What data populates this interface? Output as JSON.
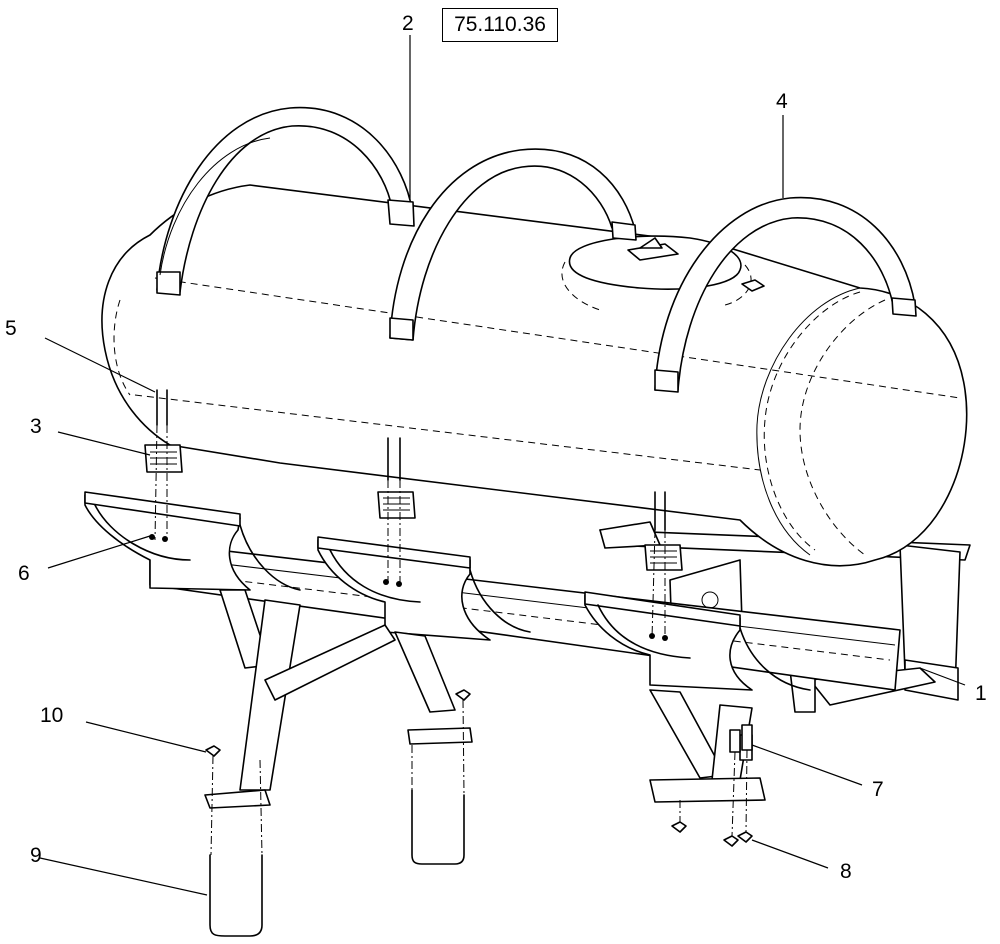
{
  "reference_code": "75.110.36",
  "callouts": [
    {
      "id": "callout-1",
      "label": "1"
    },
    {
      "id": "callout-2",
      "label": "2"
    },
    {
      "id": "callout-3",
      "label": "3"
    },
    {
      "id": "callout-4",
      "label": "4"
    },
    {
      "id": "callout-5",
      "label": "5"
    },
    {
      "id": "callout-6",
      "label": "6"
    },
    {
      "id": "callout-7",
      "label": "7"
    },
    {
      "id": "callout-8",
      "label": "8"
    },
    {
      "id": "callout-9",
      "label": "9"
    },
    {
      "id": "callout-10",
      "label": "10"
    }
  ]
}
